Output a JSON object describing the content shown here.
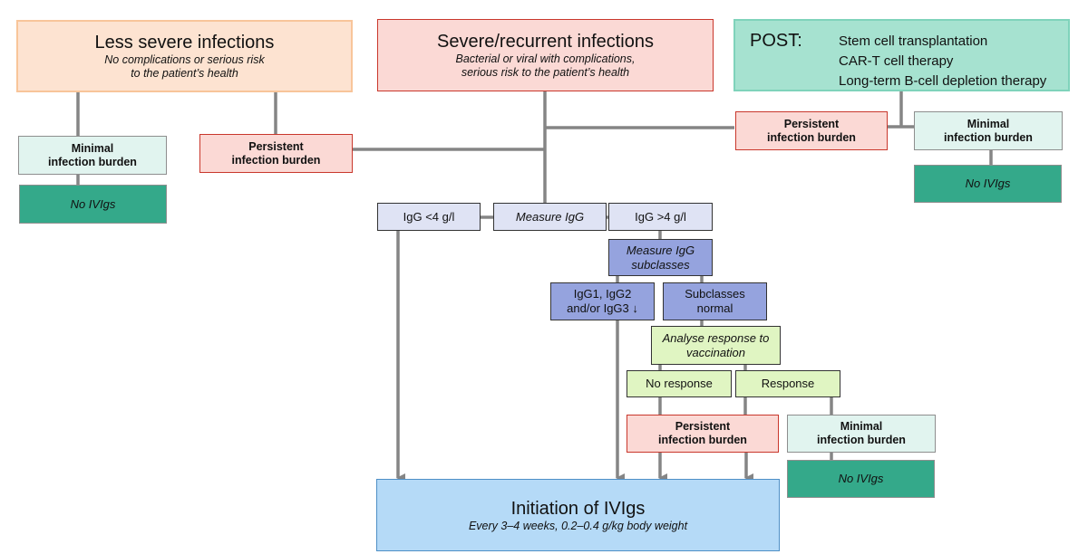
{
  "colors": {
    "connector": "#858585",
    "less_severe_fill": "#fde3d1",
    "severe_fill": "#fbd9d5",
    "severe_border": "#c9372c",
    "post_fill": "#a6e2d0",
    "minimal_fill": "#e1f4ef",
    "no_ivig_fill": "#34a98a",
    "igg_fill": "#dfe3f4",
    "subclass_fill": "#95a3de",
    "vaccine_fill": "#e0f5c2",
    "initiation_fill": "#b5daf7"
  },
  "less_severe": {
    "title": "Less severe infections",
    "subtitle_line1": "No complications or serious risk",
    "subtitle_line2": "to the patient’s health"
  },
  "severe": {
    "title": "Severe/recurrent infections",
    "subtitle_line1": "Bacterial or viral with complications,",
    "subtitle_line2": "serious risk to the patient’s health"
  },
  "post": {
    "label": "POST:",
    "items": [
      "Stem cell transplantation",
      "CAR-T cell therapy",
      "Long-term B-cell depletion therapy"
    ]
  },
  "burden": {
    "minimal_line1": "Minimal",
    "minimal_line2": "infection burden",
    "persistent_line1": "Persistent",
    "persistent_line2": "infection burden",
    "no_ivigs": "No IVIgs"
  },
  "igg": {
    "low": "IgG <4 g/l",
    "measure": "Measure IgG",
    "high": "IgG >4 g/l",
    "measure_sub_line1": "Measure IgG",
    "measure_sub_line2": "subclasses",
    "deficient_line1": "IgG1, IgG2",
    "deficient_line2": "and/or IgG3 ↓",
    "normal_line1": "Subclasses",
    "normal_line2": "normal"
  },
  "vaccination": {
    "analyse_line1": "Analyse response to",
    "analyse_line2": "vaccination",
    "no_response": "No response",
    "response": "Response"
  },
  "initiation": {
    "title": "Initiation of IVIgs",
    "subtitle": "Every 3–4 weeks, 0.2–0.4 g/kg body weight"
  }
}
